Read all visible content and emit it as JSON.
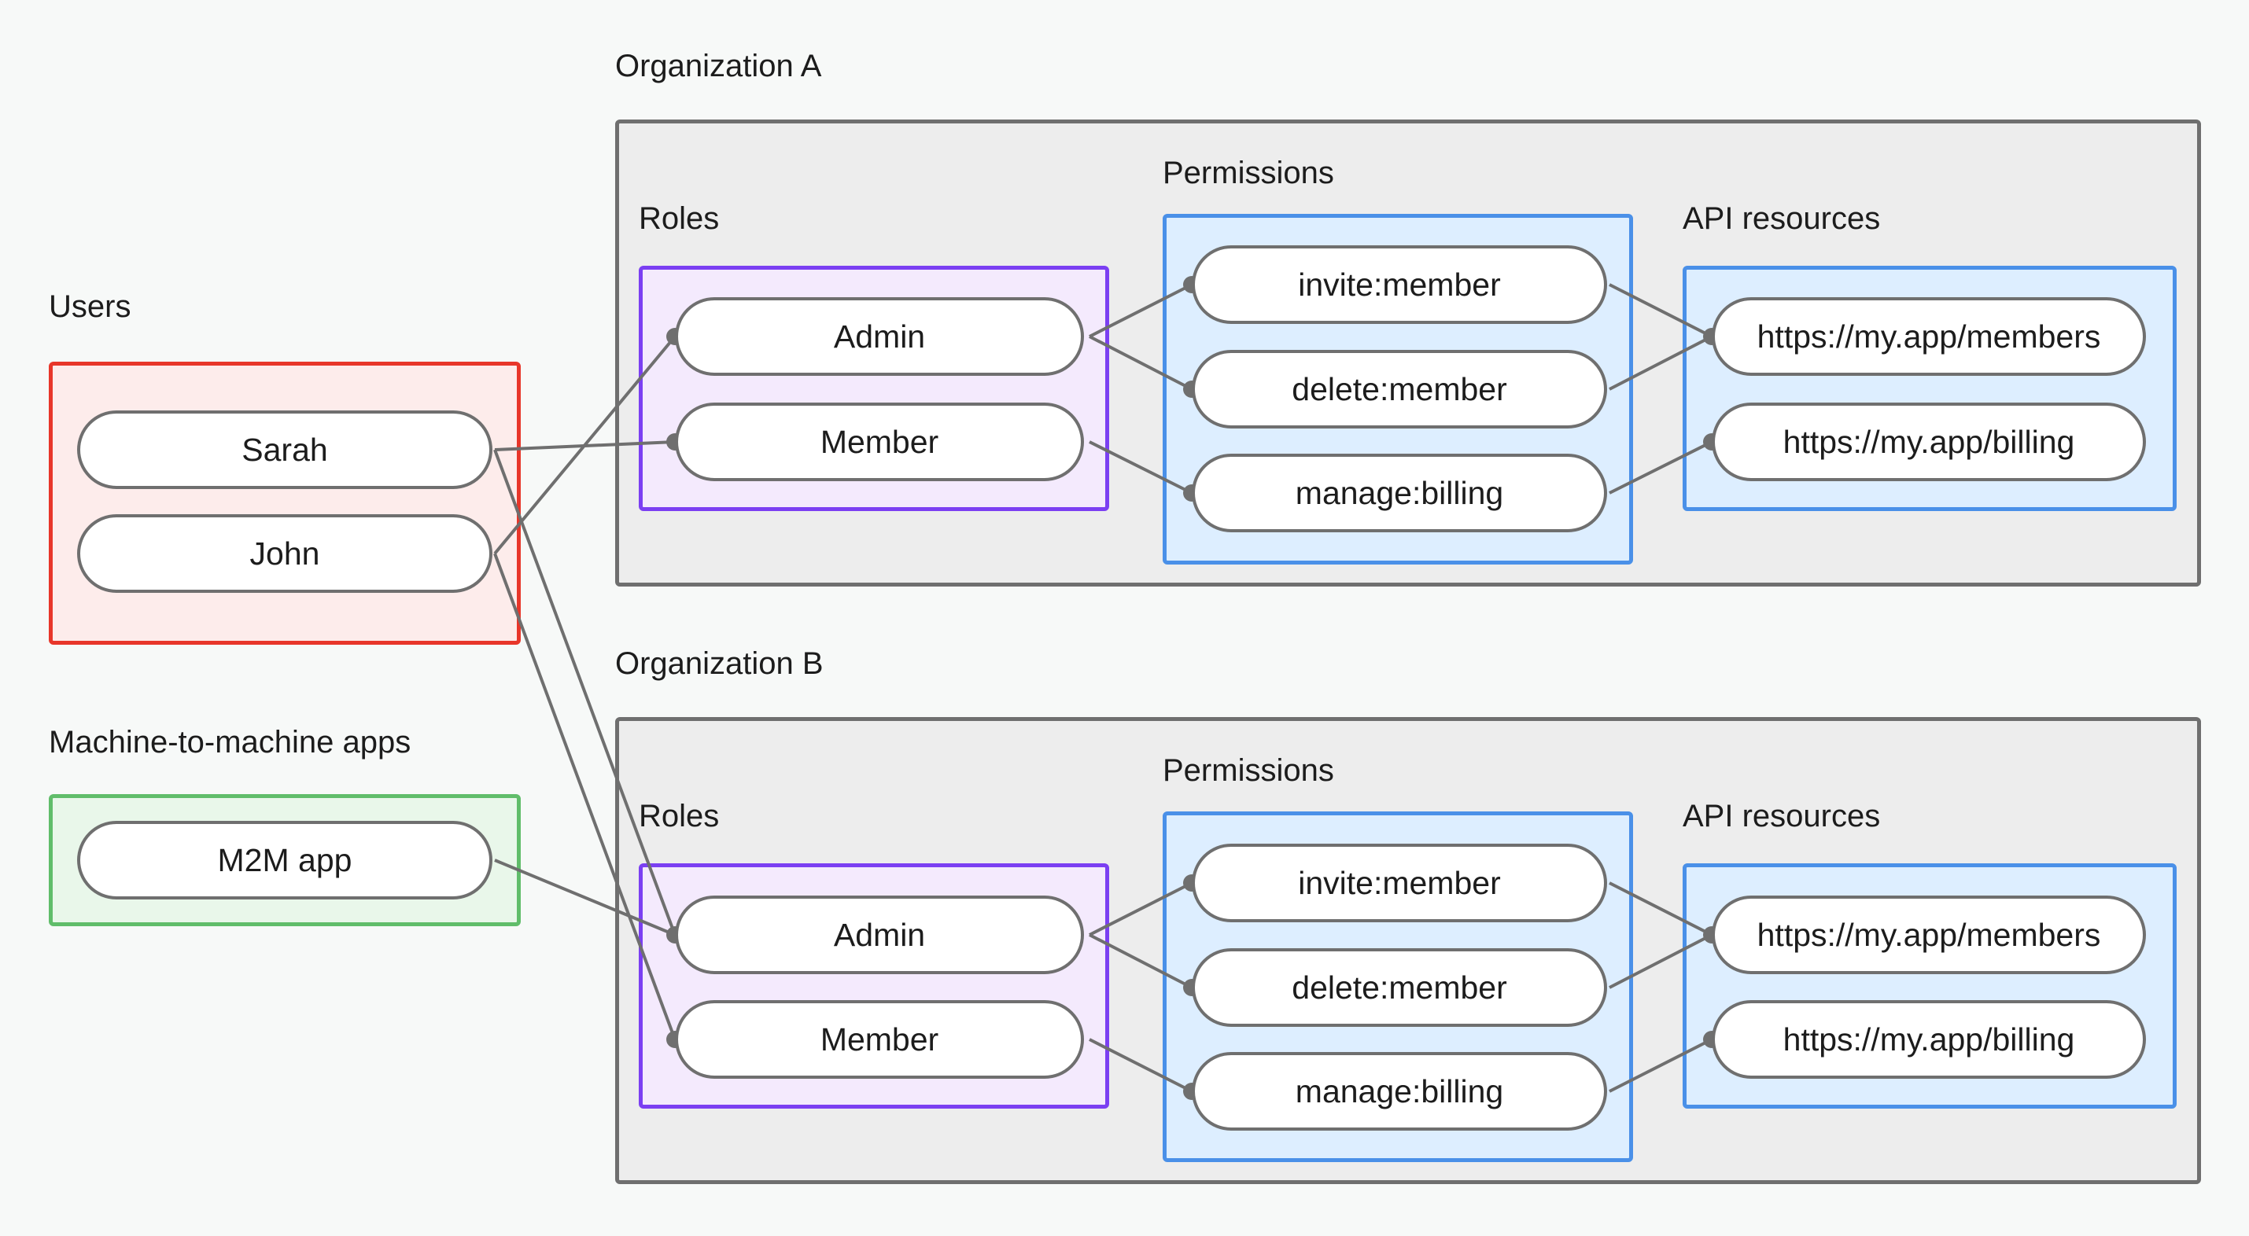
{
  "diagram": {
    "title_users": "Users",
    "title_m2m": "Machine-to-machine apps",
    "title_org_a": "Organization A",
    "title_org_b": "Organization B",
    "label_roles": "Roles",
    "label_permissions": "Permissions",
    "label_api_resources": "API resources"
  },
  "users": {
    "label": "Users",
    "items": [
      {
        "name": "Sarah"
      },
      {
        "name": "John"
      }
    ]
  },
  "m2m": {
    "label": "Machine-to-machine apps",
    "items": [
      {
        "name": "M2M app"
      }
    ]
  },
  "org_a": {
    "title": "Organization A",
    "roles_label": "Roles",
    "permissions_label": "Permissions",
    "api_label": "API resources",
    "roles": [
      {
        "name": "Admin"
      },
      {
        "name": "Member"
      }
    ],
    "permissions": [
      {
        "name": "invite:member"
      },
      {
        "name": "delete:member"
      },
      {
        "name": "manage:billing"
      }
    ],
    "api_resources": [
      {
        "name": "https://my.app/members"
      },
      {
        "name": "https://my.app/billing"
      }
    ]
  },
  "org_b": {
    "title": "Organization B",
    "roles_label": "Roles",
    "permissions_label": "Permissions",
    "api_label": "API resources",
    "roles": [
      {
        "name": "Admin"
      },
      {
        "name": "Member"
      }
    ],
    "permissions": [
      {
        "name": "invite:member"
      },
      {
        "name": "delete:member"
      },
      {
        "name": "manage:billing"
      }
    ],
    "api_resources": [
      {
        "name": "https://my.app/members"
      },
      {
        "name": "https://my.app/billing"
      }
    ]
  },
  "colors": {
    "canvas": "#f7f9f8",
    "org_fill": "#ededed",
    "org_border": "#6f6f6f",
    "users_fill": "#fdeceb",
    "users_border": "#e8362a",
    "m2m_fill": "#e9f7ea",
    "m2m_border": "#60bd6a",
    "roles_fill": "#f4eafd",
    "roles_border": "#7b3ff2",
    "blue_fill": "#ddeeff",
    "blue_border": "#4a90e8",
    "pill_border": "#6f6f6f",
    "pill_fill": "#ffffff",
    "wire": "#6f6f6f",
    "text": "#1c1c1c"
  }
}
